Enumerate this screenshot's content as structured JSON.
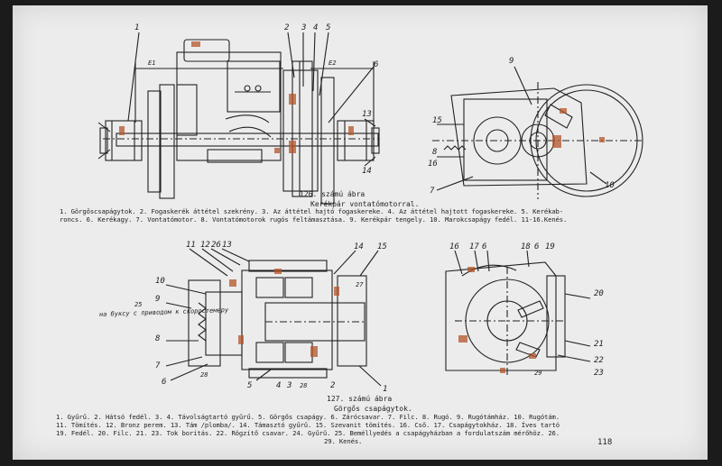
{
  "fig1": {
    "number": "126. számú ábra",
    "title": "Kerékpár vontatómotorral.",
    "caption_lines": [
      "1. Görgőscsapágytok. 2. Fogaskerék áttétel szekrény. 3. Az áttétel hajtó fogaskereke. 4. Az áttétel hajtott fogaskereke. 5. Kerékab-",
      "roncs. 6. Kerékagy. 7. Vontatómotor. 8. Vontatómotorok rugós feltámasztása. 9. Kerékpár tengely. 10. Marokcsapágy fedél. 11-16.Kenés."
    ],
    "callouts_left": [
      "1",
      "2",
      "3",
      "4",
      "5",
      "6",
      "13",
      "14"
    ],
    "callouts_right": [
      "9",
      "15",
      "8",
      "16",
      "7",
      "10"
    ],
    "dim_labels": [
      "E1",
      "E2"
    ]
  },
  "fig2": {
    "number": "127. számú ábra",
    "title": "Görgős csapágytok.",
    "caption_lines": [
      "1. Gyűrű. 2. Hátsó fedél. 3. 4. Távolságtartó gyűrű. 5. Görgős csapágy. 6. Zárócsavar. 7. Filc. 8. Rugó. 9. Rugótámház. 10. Rugótám.",
      "11. Tömítés. 12. Bronz perem. 13. Tám /plomba/. 14. Támasztó gyűrű. 15. Szevanit tömítés. 16. Cső. 17. Csapágytokház. 18. Íves tartó",
      "19. Fedél. 20. Filc. 21. 23. Tok borítás. 22. Rögzítő csavar. 24. Gyűrű. 25. Beméllyedés a csapágyházban a fordulatszám mérőhöz. 26.",
      "29. Kenés."
    ],
    "callouts_left": [
      "11",
      "12",
      "26",
      "13",
      "14",
      "15",
      "10",
      "9",
      "8",
      "7",
      "6",
      "27",
      "28",
      "5",
      "4",
      "3",
      "28",
      "2",
      "1",
      "25"
    ],
    "callouts_right": [
      "16",
      "17",
      "6",
      "18",
      "6",
      "19",
      "20",
      "21",
      "22",
      "23",
      "29"
    ],
    "handwritten_note": "на буксу с приводом к скоростемеру"
  },
  "page_number": "118"
}
